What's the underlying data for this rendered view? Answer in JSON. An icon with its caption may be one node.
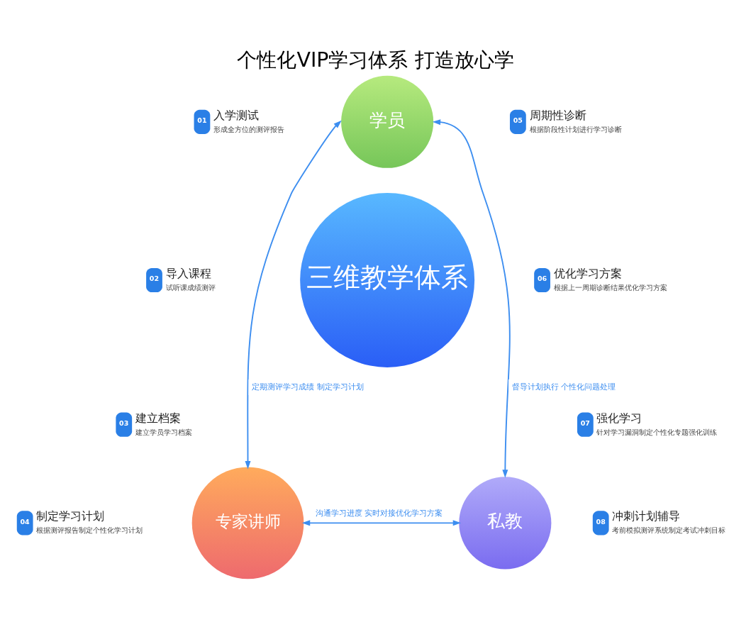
{
  "diagram": {
    "title": "个性化VIP学习体系 打造放心学",
    "nodes": [
      {
        "text": [
          "01",
          "入学测试",
          "形成全方位的测评报告"
        ]
      },
      {
        "text": [
          "02",
          "导入课程",
          "试听课成绩测评"
        ]
      },
      {
        "text": [
          "03",
          "建立档案",
          "建立学员学习档案"
        ]
      },
      {
        "text": [
          "04",
          "制定学习计划",
          "根据测评报告制定个性化学习计划"
        ]
      },
      {
        "text": [
          "学员"
        ]
      },
      {
        "text": [
          "三维教学体系"
        ]
      },
      {
        "text": [
          "专家讲师"
        ]
      },
      {
        "text": [
          "私教"
        ]
      },
      {
        "text": [
          "05",
          "周期性诊断",
          "根据阶段性计划进行学习诊断"
        ]
      },
      {
        "text": [
          "06",
          "优化学习方案",
          "根据上一周期诊断结果优化学习方案"
        ]
      },
      {
        "text": [
          "07",
          "强化学习",
          "针对学习漏洞制定个性化专题强化训练"
        ]
      },
      {
        "text": [
          "08",
          "冲刺计划辅导",
          "考前模拟测评系统制定考试冲刺目标"
        ]
      }
    ],
    "edges": [
      {
        "from": 6,
        "to": 4,
        "arrow": "both",
        "label": "定期测评学习成绩 制定学习计划"
      },
      {
        "from": 4,
        "to": 7,
        "arrow": "both",
        "label": "督导计划执行 个性化问题处理"
      },
      {
        "from": 6,
        "to": 7,
        "arrow": "both",
        "label": "沟通学习进度 实时对接优化学习方案"
      }
    ]
  }
}
